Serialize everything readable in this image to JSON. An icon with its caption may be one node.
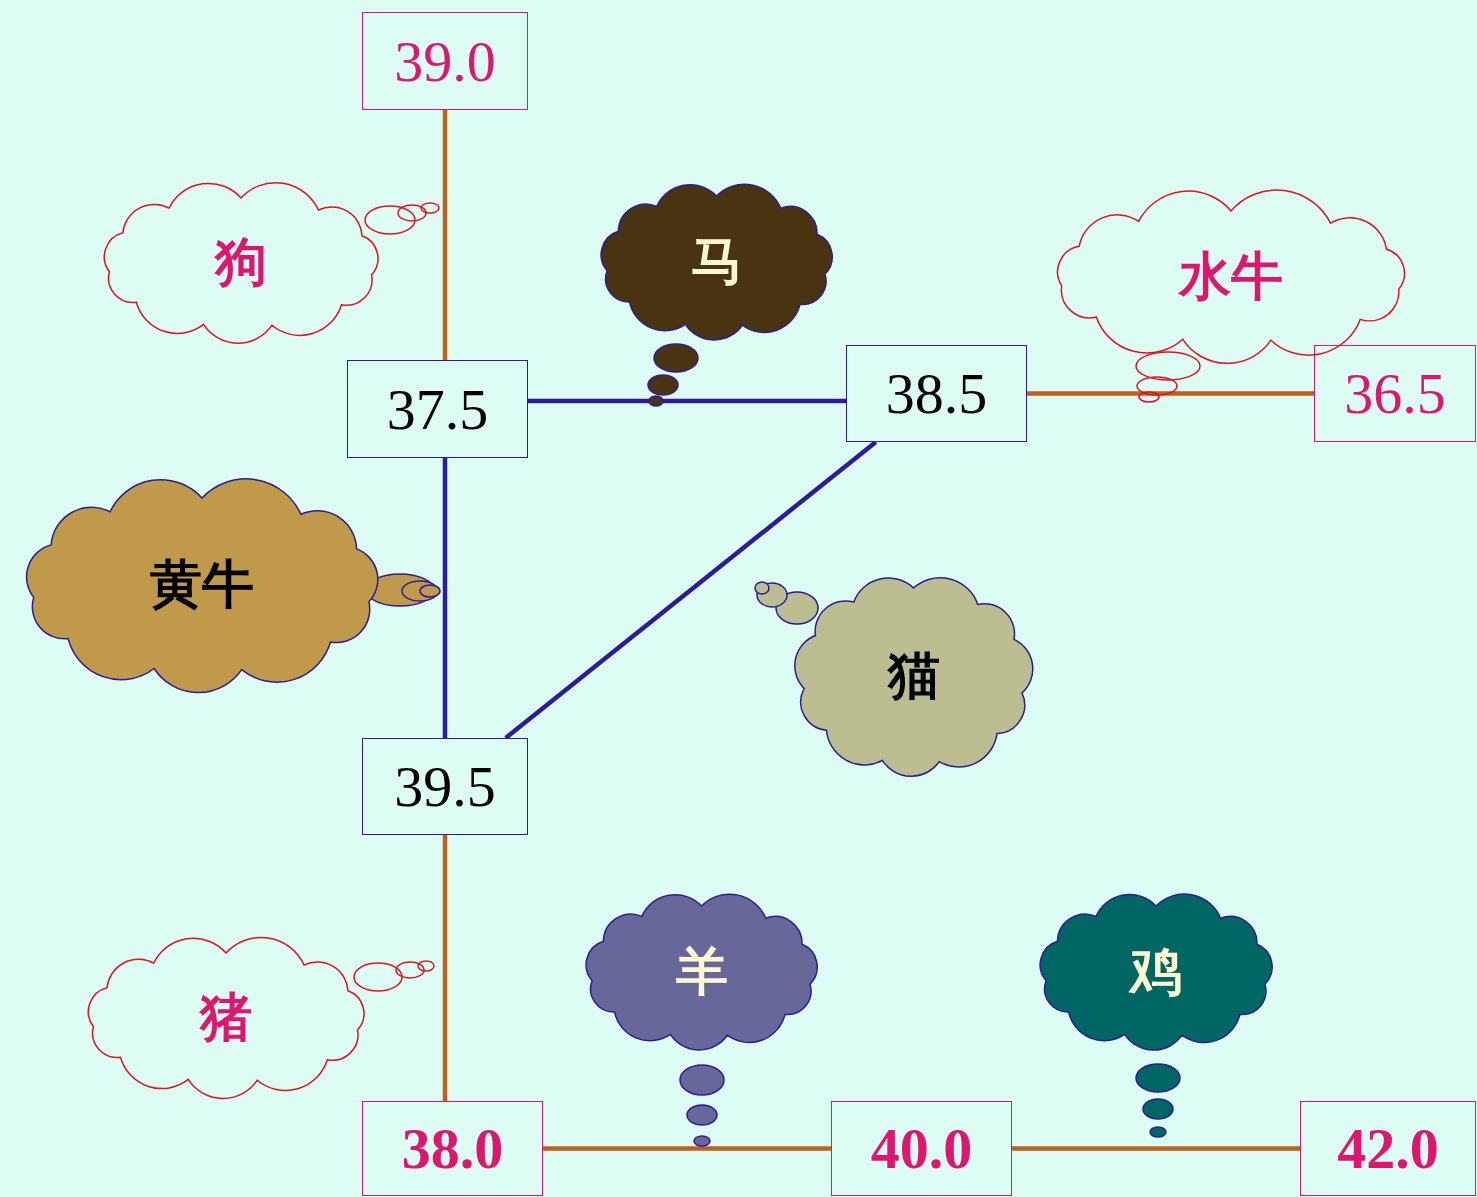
{
  "diagram": {
    "nodes": [
      {
        "text": [
          "39.0"
        ]
      },
      {
        "text": [
          "37.5"
        ]
      },
      {
        "text": [
          "38.5"
        ]
      },
      {
        "text": [
          "36.5"
        ]
      },
      {
        "text": [
          "39.5"
        ]
      },
      {
        "text": [
          "38.0"
        ]
      },
      {
        "text": [
          "40.0"
        ]
      },
      {
        "text": [
          "42.0"
        ]
      },
      {
        "text": [
          "狗"
        ]
      },
      {
        "text": [
          "马"
        ]
      },
      {
        "text": [
          "水牛"
        ]
      },
      {
        "text": [
          "黄牛"
        ]
      },
      {
        "text": [
          "猫"
        ]
      },
      {
        "text": [
          "猪"
        ]
      },
      {
        "text": [
          "羊"
        ]
      },
      {
        "text": [
          "鸡"
        ]
      }
    ],
    "edges": [
      {
        "from": 0,
        "to": 1,
        "arrow": "none"
      },
      {
        "from": 1,
        "to": 2,
        "arrow": "none",
        "color": "#2e1a9c"
      },
      {
        "from": 2,
        "to": 3,
        "arrow": "none"
      },
      {
        "from": 1,
        "to": 4,
        "arrow": "none",
        "color": "#2e1a9c"
      },
      {
        "from": 2,
        "to": 4,
        "arrow": "none",
        "color": "#2e1a9c"
      },
      {
        "from": 4,
        "to": 5,
        "arrow": "none"
      },
      {
        "from": 5,
        "to": 6,
        "arrow": "none"
      },
      {
        "from": 6,
        "to": 7,
        "arrow": "none"
      }
    ]
  }
}
